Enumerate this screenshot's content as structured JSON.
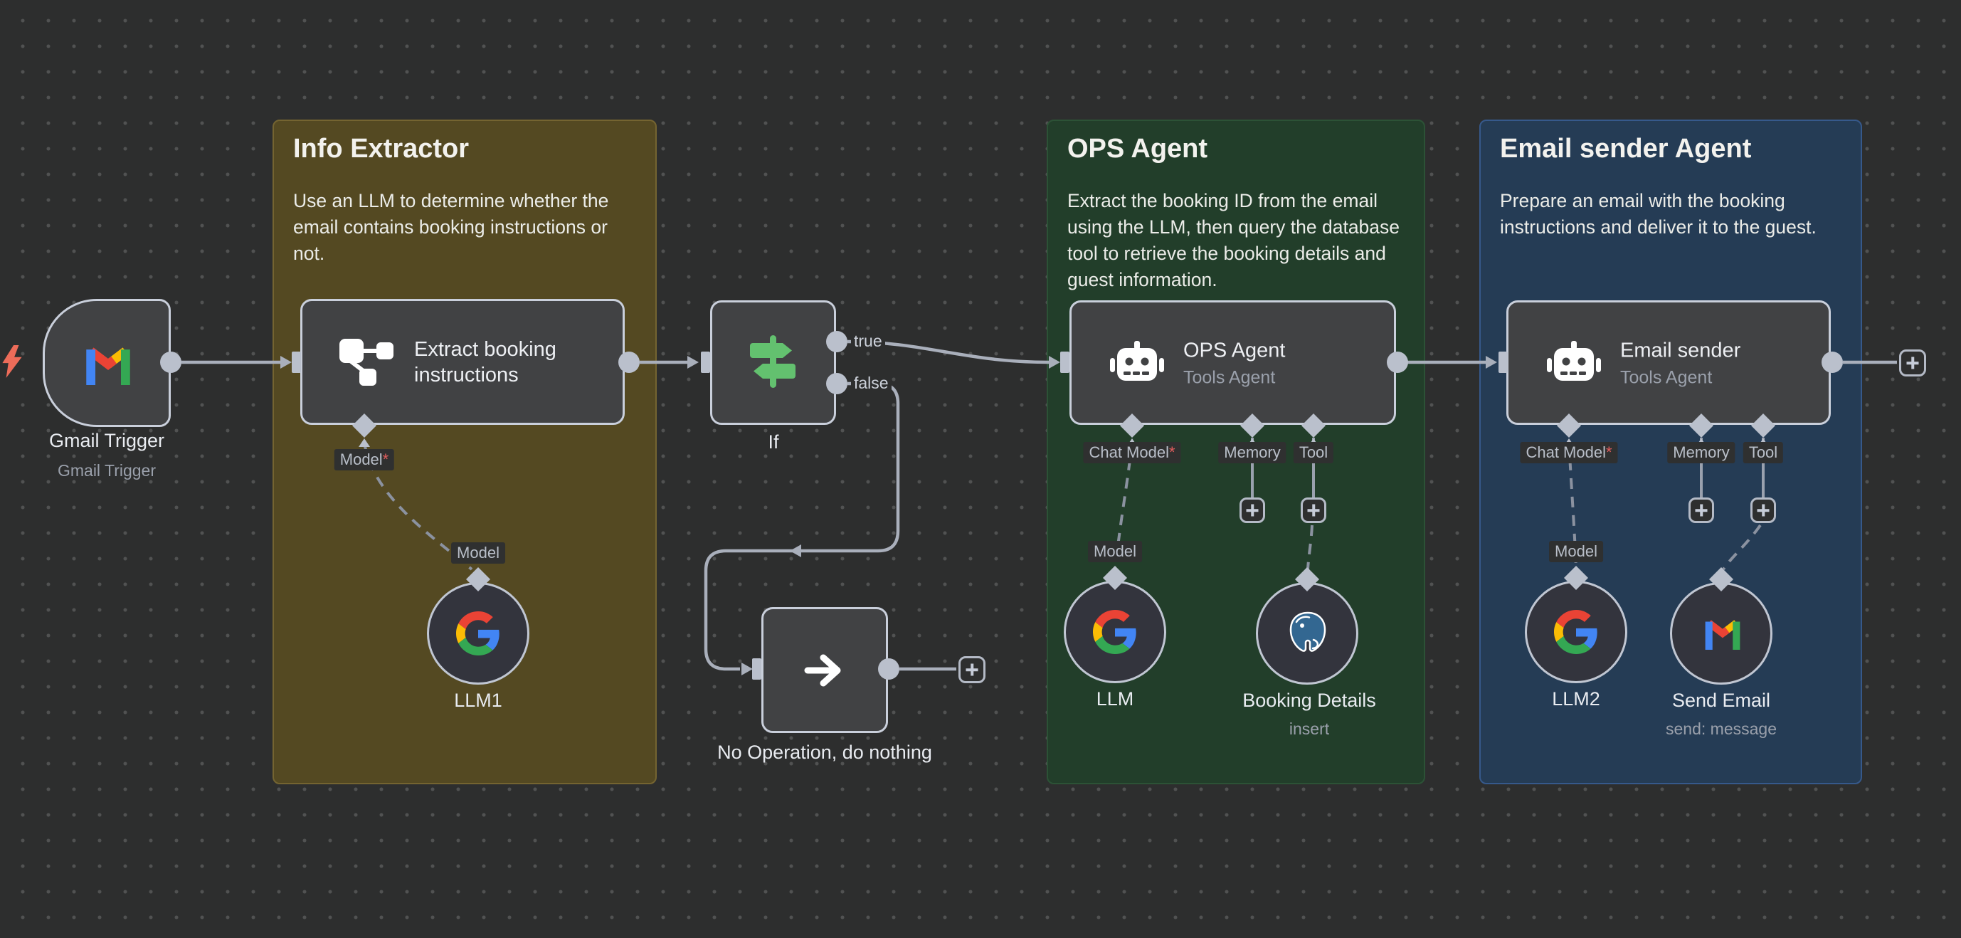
{
  "colors": {
    "canvas_bg": "#2d2e2e",
    "node_fill": "#414244",
    "node_border": "#c9cfdb",
    "wire": "#a9afbb",
    "dashed_wire": "#8b92a0",
    "group_info_bg": "#544922",
    "group_ops_bg": "#223e2a",
    "group_email_bg": "#253c55",
    "if_icon_green": "#63c16f",
    "trigger_bolt_red": "#ed6c59",
    "google_blue": "#4285f4",
    "google_red": "#ea4335",
    "google_yellow": "#fbbc04",
    "google_green": "#34a853",
    "postgres_blue": "#336791"
  },
  "icons": {
    "gmail": "gmail-m-logo",
    "google": "google-g-logo",
    "robot": "robot-agent-icon",
    "postgres": "postgres-elephant-icon",
    "extract": "information-extractor-icon",
    "if": "signpost-icon",
    "noop": "arrow-right-icon",
    "bolt": "lightning-trigger-icon",
    "plus": "plus-icon"
  },
  "groups": [
    {
      "title": "Info Extractor",
      "description": "Use an LLM to determine whether the\nemail contains booking instructions or\nnot."
    },
    {
      "title": "OPS Agent",
      "description": "Extract the booking ID from the email\nusing the LLM, then query the database\ntool to retrieve the booking details and\nguest information."
    },
    {
      "title": "Email sender Agent",
      "description": "Prepare an email with the booking\ninstructions and deliver it to the guest."
    }
  ],
  "nodes": {
    "gmail_trigger": {
      "label": "Gmail Trigger",
      "sublabel": "Gmail Trigger"
    },
    "extract": {
      "title": "Extract booking\ninstructions",
      "model_port": {
        "text": "Model",
        "star": "*"
      }
    },
    "if_node": {
      "label": "If",
      "true_label": "true",
      "false_label": "false"
    },
    "noop": {
      "label": "No Operation, do nothing"
    },
    "ops": {
      "title": "OPS Agent",
      "subtitle": "Tools Agent",
      "ports": {
        "chat": {
          "text": "Chat Model",
          "star": "*"
        },
        "memory": {
          "text": "Memory"
        },
        "tool": {
          "text": "Tool"
        }
      }
    },
    "email": {
      "title": "Email sender",
      "subtitle": "Tools Agent",
      "ports": {
        "chat": {
          "text": "Chat Model",
          "star": "*"
        },
        "memory": {
          "text": "Memory"
        },
        "tool": {
          "text": "Tool"
        }
      }
    },
    "llm1": {
      "label": "LLM1",
      "port": "Model"
    },
    "llm": {
      "label": "LLM",
      "port": "Model"
    },
    "booking": {
      "label": "Booking Details",
      "sublabel": "insert"
    },
    "llm2": {
      "label": "LLM2",
      "port": "Model"
    },
    "send_email": {
      "label": "Send Email",
      "sublabel": "send: message"
    }
  }
}
